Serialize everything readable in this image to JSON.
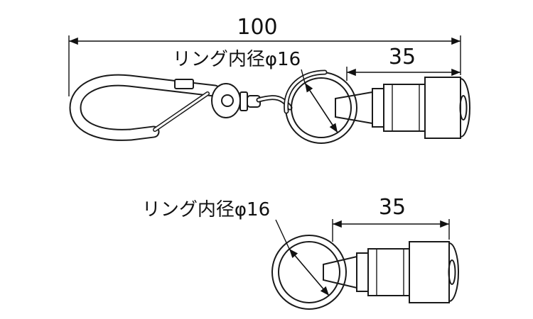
{
  "figure": {
    "kind": "technical-dimension-drawing",
    "colors": {
      "background": "#ffffff",
      "line": "#1a1a1a",
      "dimension": "#111111"
    },
    "top": {
      "overall_dim": "100",
      "ring_label": "リング内径φ16",
      "barrel_dim": "35"
    },
    "bottom": {
      "ring_label": "リング内径φ16",
      "barrel_dim": "35"
    }
  }
}
